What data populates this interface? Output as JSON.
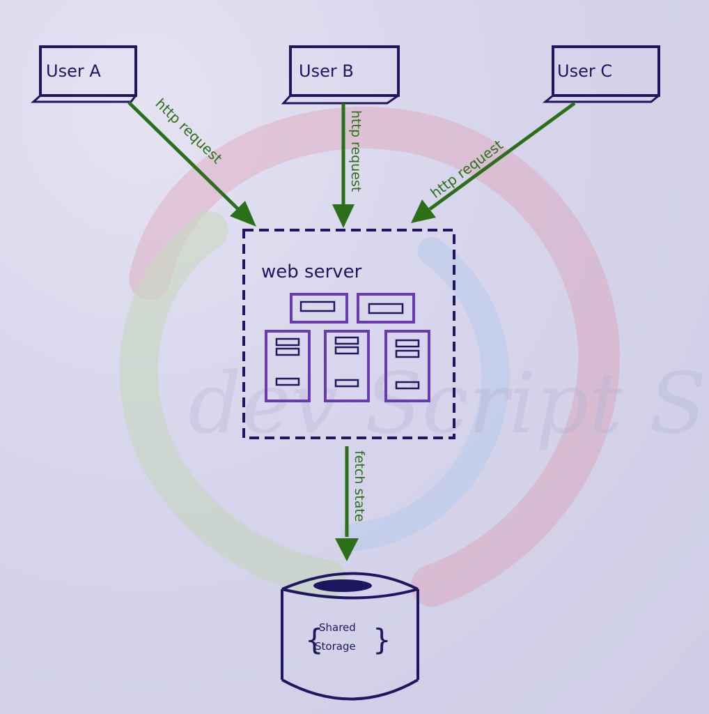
{
  "diagram": {
    "users": [
      {
        "label": "User A"
      },
      {
        "label": "User B"
      },
      {
        "label": "User C"
      }
    ],
    "edges": [
      {
        "from": "User A",
        "to": "web server",
        "label": "http request"
      },
      {
        "from": "User B",
        "to": "web server",
        "label": "http request"
      },
      {
        "from": "User C",
        "to": "web server",
        "label": "http request"
      },
      {
        "from": "web server",
        "to": "Shared Storage",
        "label": "fetch state"
      }
    ],
    "server": {
      "label": "web server"
    },
    "storage": {
      "line1": "Shared",
      "line2": "Storage"
    },
    "watermark": "dev Script Saga's"
  },
  "colors": {
    "outline": "#1f1660",
    "arrow": "#2b7019",
    "server_rack": "#6a3ab0",
    "logo_red": "#e08aa0",
    "logo_green": "#b7d49a",
    "logo_blue": "#a9c4ea"
  }
}
